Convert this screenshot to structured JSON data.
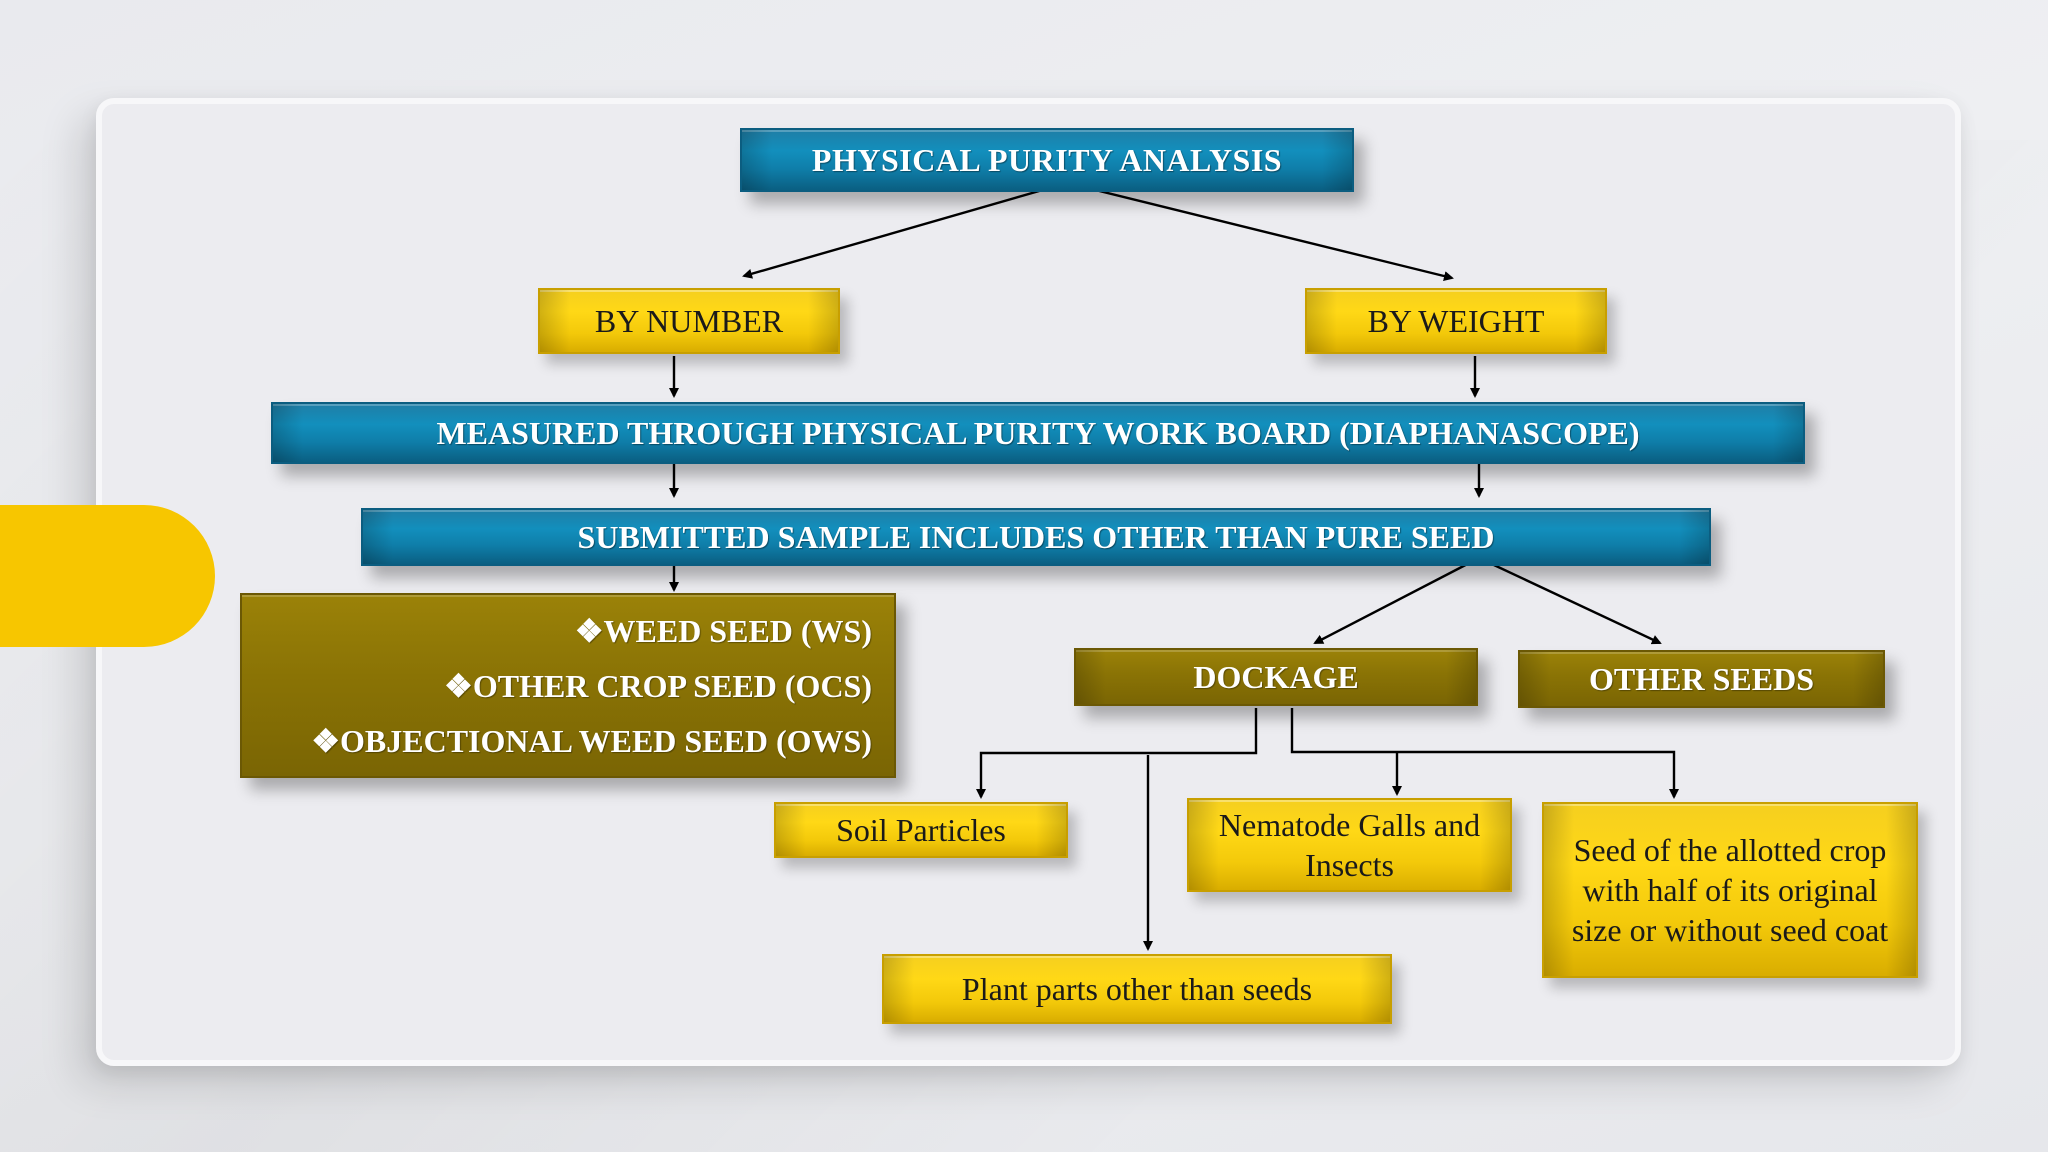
{
  "diagram": {
    "title": "PHYSICAL PURITY ANALYSIS",
    "by_number": "BY NUMBER",
    "by_weight": "BY WEIGHT",
    "measured": "MEASURED THROUGH PHYSICAL PURITY WORK BOARD (DIAPHANASCOPE)",
    "submitted": "SUBMITTED SAMPLE INCLUDES OTHER THAN PURE SEED",
    "categories": [
      "❖WEED SEED (WS)",
      "❖OTHER CROP SEED (OCS)",
      "❖OBJECTIONAL WEED SEED (OWS)"
    ],
    "dockage": "DOCKAGE",
    "other_seeds": "OTHER SEEDS",
    "dockage_items": {
      "soil": "Soil Particles",
      "nematode": "Nematode Galls and Insects",
      "seed_allotted": "Seed of the allotted crop with half of its original size or without seed coat",
      "plant_parts": "Plant parts other than seeds"
    }
  },
  "colors": {
    "blue_box": "#128fbd",
    "yellow_box": "#ffd816",
    "olive_box": "#8a7305",
    "accent": "#f7c600",
    "card": "#ececf0"
  }
}
